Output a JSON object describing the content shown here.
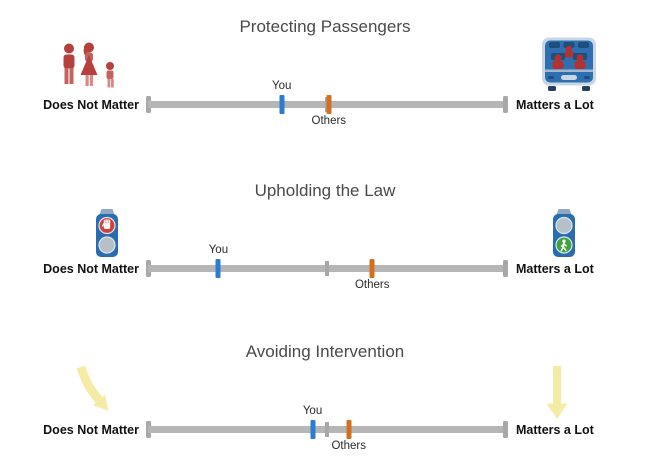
{
  "page": {
    "background": "#ffffff"
  },
  "chart_data": {
    "type": "scatter",
    "subtype": "preference-slider-scales",
    "categories": [
      "Protecting Passengers",
      "Upholding the Law",
      "Avoiding Intervention"
    ],
    "axis": {
      "min_label": "Does Not Matter",
      "max_label": "Matters a Lot",
      "range": [
        0,
        100
      ],
      "midpoint_tick": 50,
      "grid": false
    },
    "series": [
      {
        "name": "You",
        "color": "#2b7cd3",
        "values": [
          37.5,
          20,
          46
        ]
      },
      {
        "name": "Others",
        "color": "#d2701f",
        "values": [
          50.5,
          62.5,
          56
        ]
      }
    ],
    "legend_position": "inline-marker-labels"
  },
  "sections": [
    {
      "title": "Protecting Passengers",
      "left_icon": "pedestrian-family",
      "right_icon": "passenger-vehicle",
      "slider": {
        "left_label": "Does Not Matter",
        "right_label": "Matters a Lot",
        "you_label": "You",
        "others_label": "Others",
        "you_percent": 37.5,
        "others_percent": 50.5,
        "midpoint_percent": 50
      }
    },
    {
      "title": "Upholding the Law",
      "left_icon": "stop-signal",
      "right_icon": "walk-signal",
      "slider": {
        "left_label": "Does Not Matter",
        "right_label": "Matters a Lot",
        "you_label": "You",
        "others_label": "Others",
        "you_percent": 20,
        "others_percent": 62.5,
        "midpoint_percent": 50
      }
    },
    {
      "title": "Avoiding Intervention",
      "left_icon": "swerve-arrow",
      "right_icon": "straight-arrow",
      "slider": {
        "left_label": "Does Not Matter",
        "right_label": "Matters a Lot",
        "you_label": "You",
        "others_label": "Others",
        "you_percent": 46,
        "others_percent": 56,
        "midpoint_percent": 50
      }
    }
  ],
  "colors": {
    "title_text": "#4a4a4a",
    "endpoint_text": "#111111",
    "track": "#b6b6b6",
    "track_cap": "#a8a8a8",
    "you_marker": "#2b7cd3",
    "others_marker": "#d2701f",
    "pedestrian_red": "#b5403c",
    "vehicle_blue": "#2f6fb0",
    "signal_blue": "#2a6cb0",
    "stop_red": "#d43f3a",
    "walk_green": "#3fa33c",
    "arrow_yellow": "#f4eca6"
  }
}
